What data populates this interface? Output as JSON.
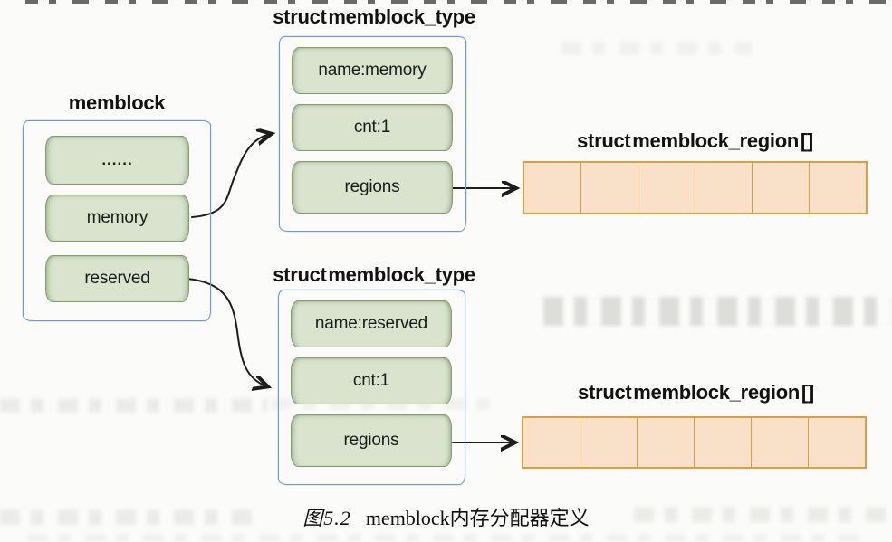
{
  "memblock": {
    "title": "memblock",
    "fields": [
      "......",
      "memory",
      "reserved"
    ]
  },
  "type_memory": {
    "title": "struct memblock_type",
    "fields": [
      "name:memory",
      "cnt:1",
      "regions"
    ]
  },
  "type_reserved": {
    "title": "struct memblock_type",
    "fields": [
      "name:reserved",
      "cnt:1",
      "regions"
    ]
  },
  "regions_memory": {
    "title": "struct memblock_region []",
    "cells": 6
  },
  "regions_reserved": {
    "title": "struct memblock_region []",
    "cells": 6
  },
  "caption": {
    "label": "图5.2",
    "text": "memblock内存分配器定义"
  },
  "colors": {
    "green_fill": "#d9e3cd",
    "green_border": "#829c6b",
    "blue_border": "#6d98de",
    "orange_fill": "#f9e1c9",
    "orange_border": "#db9f3e",
    "arrow": "#1c1c1c",
    "page_background": "#fbfbf9"
  }
}
